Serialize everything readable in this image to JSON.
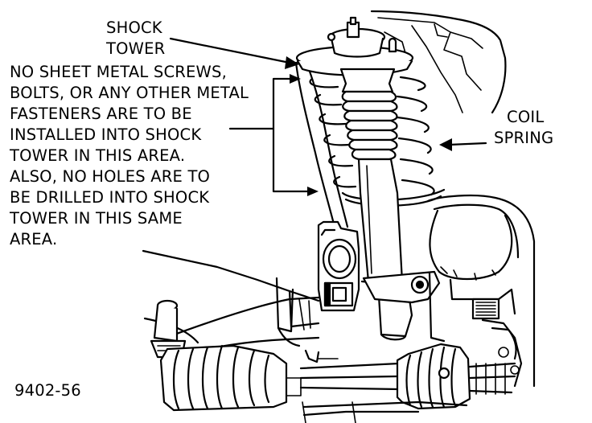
{
  "labels": {
    "shock_tower": [
      "SHOCK",
      "TOWER"
    ],
    "warning": [
      "NO SHEET METAL SCREWS,",
      "BOLTS, OR ANY OTHER METAL",
      "FASTENERS ARE TO BE",
      "INSTALLED INTO SHOCK",
      "TOWER IN THIS AREA.",
      "ALSO, NO HOLES ARE TO",
      "BE DRILLED INTO SHOCK",
      "TOWER IN THIS SAME",
      "AREA."
    ],
    "coil_spring": [
      "COIL",
      "SPRING"
    ],
    "figure_id": "9402-56"
  }
}
